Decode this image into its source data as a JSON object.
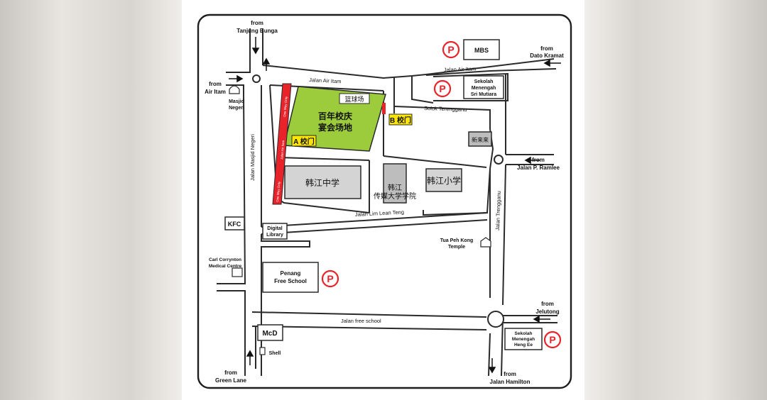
{
  "map": {
    "from_labels": {
      "tanjung_bunga": [
        "from",
        "Tanjung Bunga"
      ],
      "air_itam": [
        "from",
        "Air Itam"
      ],
      "dato_kramat": [
        "from",
        "Dato Kramat"
      ],
      "p_ramlee": [
        "from",
        "Jalan P. Ramlee"
      ],
      "jelutong": [
        "from",
        "Jelutong"
      ],
      "green_lane": [
        "from",
        "Green Lane"
      ],
      "hamilton": [
        "from",
        "Jalan Hamilton"
      ]
    },
    "roads": {
      "air_itam_west": "Jalan Air Itam",
      "air_itam_east": "Jalan Air Itam",
      "masjid_negeri": "Jalan Masjid Negeri",
      "solok_terengganu": "Solok Terengganu",
      "terengganu": "Jalan Trengganu",
      "lim_lean_teng": "Jalan Lim Lean Teng",
      "free_school": "Jalan free school"
    },
    "oneway_labels": [
      "One Way Only",
      "Jalan Air Itam",
      "One Way Only"
    ],
    "places": {
      "mbs": "MBS",
      "sri_mutiara": [
        "Sekolah",
        "Menengah",
        "Sri Mutiara"
      ],
      "masjid": [
        "Masjid",
        "Negeri"
      ],
      "basketball": "篮球场",
      "banquet": [
        "百年校庆",
        "宴会场地"
      ],
      "gate_a": "A 校门",
      "gate_b": "B 校门",
      "xinlailai": "新来来",
      "han_chiang_high": "韩江中学",
      "han_chiang_college": [
        "韩江",
        "传媒大学学院"
      ],
      "han_chiang_primary": "韩江小学",
      "kfc": "KFC",
      "digital_library": [
        "Digital",
        "Library"
      ],
      "tua_peh_kong": [
        "Tua Peh Kong",
        "Temple"
      ],
      "carl_corrynton": [
        "Carl Corrynton",
        "Medical Centre"
      ],
      "penang_free_school": [
        "Penang",
        "Free School"
      ],
      "mcd": "McD",
      "shell": "Shell",
      "heng_ee": [
        "Sekolah",
        "Menengah",
        "Heng Ee"
      ]
    },
    "parking_symbol": "P",
    "colors": {
      "road_outline": "#2a2a2a",
      "field": "#9ccc3c",
      "one_way": "#e8232a",
      "parking": "#e8232a",
      "gate_label": "#ffe600",
      "building": "#c8c8c8"
    }
  }
}
